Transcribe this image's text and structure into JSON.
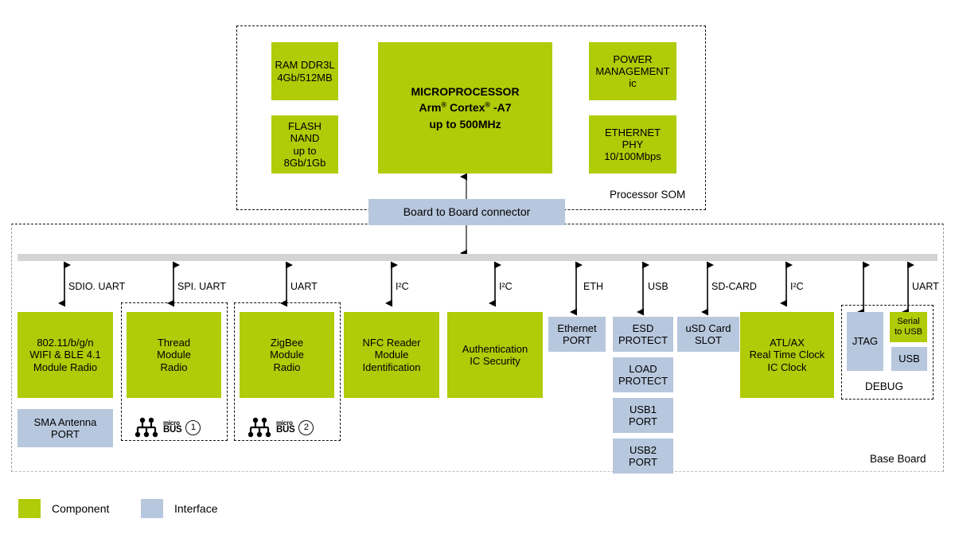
{
  "diagram": {
    "title_groups": {
      "som": "Processor SOM",
      "base": "Base Board",
      "debug": "DEBUG"
    },
    "colors": {
      "component": "#b0cb07",
      "interface": "#b7c7dd",
      "bus": "#d4d4d4",
      "arrow": "#000000"
    }
  },
  "som": {
    "label": "Processor SOM",
    "blocks": [
      {
        "id": "ram",
        "lines": [
          "RAM DDR3L",
          "4Gb/512MB"
        ],
        "kind": "component"
      },
      {
        "id": "flash",
        "lines": [
          "FLASH NAND",
          "up to 8Gb/1Gb"
        ],
        "kind": "component"
      },
      {
        "id": "mpu",
        "lines": [
          "MICROPROCESSOR",
          "Arm® Cortex® -A7",
          "up to 500MHz"
        ],
        "kind": "component"
      },
      {
        "id": "pmic",
        "lines": [
          "POWER",
          "MANAGEMENT",
          "ic"
        ],
        "kind": "component"
      },
      {
        "id": "phy",
        "lines": [
          "ETHERNET",
          "PHY",
          "10/100Mbps"
        ],
        "kind": "component"
      }
    ]
  },
  "connector": {
    "label": "Board to Board connector",
    "kind": "interface"
  },
  "base": {
    "label": "Base Board",
    "bus_labels": [
      "SDIO. UART",
      "SPI. UART",
      "UART",
      "I²C",
      "I²C",
      "ETH",
      "USB",
      "SD-CARD",
      "I²C",
      "UART"
    ],
    "blocks": [
      {
        "id": "wifi",
        "lines": [
          "802.11/b/g/n",
          "WIFI & BLE 4.1",
          "Module Radio"
        ],
        "kind": "component"
      },
      {
        "id": "sma",
        "lines": [
          "SMA Antenna",
          "PORT"
        ],
        "kind": "interface"
      },
      {
        "id": "thread",
        "lines": [
          "Thread",
          "Module",
          "Radio"
        ],
        "kind": "component"
      },
      {
        "id": "zigbee",
        "lines": [
          "ZigBee",
          "Module",
          "Radio"
        ],
        "kind": "component"
      },
      {
        "id": "nfc",
        "lines": [
          "NFC Reader",
          "Module",
          "Identification"
        ],
        "kind": "component"
      },
      {
        "id": "auth",
        "lines": [
          "Authentication",
          "IC Security"
        ],
        "kind": "component"
      },
      {
        "id": "ethport",
        "lines": [
          "Ethernet",
          "PORT"
        ],
        "kind": "interface"
      },
      {
        "id": "esd",
        "lines": [
          "ESD",
          "PROTECT"
        ],
        "kind": "interface"
      },
      {
        "id": "load",
        "lines": [
          "LOAD",
          "PROTECT"
        ],
        "kind": "interface"
      },
      {
        "id": "usb1",
        "lines": [
          "USB1",
          "PORT"
        ],
        "kind": "interface"
      },
      {
        "id": "usb2",
        "lines": [
          "USB2",
          "PORT"
        ],
        "kind": "interface"
      },
      {
        "id": "usd",
        "lines": [
          "uSD Card",
          "SLOT"
        ],
        "kind": "interface"
      },
      {
        "id": "rtc",
        "lines": [
          "ATL/AX",
          "Real Time Clock",
          "IC Clock"
        ],
        "kind": "component"
      },
      {
        "id": "jtag",
        "lines": [
          "JTAG"
        ],
        "kind": "interface"
      },
      {
        "id": "ser2usb",
        "lines": [
          "Serial",
          "to USB"
        ],
        "kind": "component"
      },
      {
        "id": "usb",
        "lines": [
          "USB"
        ],
        "kind": "interface"
      }
    ],
    "mikrobus": [
      {
        "label_small": "micro",
        "label_big": "BUS",
        "number": "1"
      },
      {
        "label_small": "micro",
        "label_big": "BUS",
        "number": "2"
      }
    ],
    "debug_label": "DEBUG"
  },
  "legend": {
    "items": [
      {
        "label": "Component",
        "color": "#b0cb07"
      },
      {
        "label": "Interface",
        "color": "#b7c7dd"
      }
    ]
  },
  "text": {
    "ram_l1": "RAM DDR3L",
    "ram_l2": "4Gb/512MB",
    "flash_l1": "FLASH NAND",
    "flash_l2": "up to 8Gb/1Gb",
    "mpu_l1": "MICROPROCESSOR",
    "mpu_l2a": "Arm",
    "mpu_l2b": "Cortex",
    "mpu_l2c": "-A7",
    "mpu_l3": "up to 500MHz",
    "pmic_l1": "POWER",
    "pmic_l2": "MANAGEMENT",
    "pmic_l3": "ic",
    "phy_l1": "ETHERNET",
    "phy_l2": "PHY",
    "phy_l3": "10/100Mbps",
    "conn": "Board to Board connector",
    "som_label": "Processor SOM",
    "base_label": "Base Board",
    "debug_label": "DEBUG",
    "wifi_l1": "802.11/b/g/n",
    "wifi_l2": "WIFI & BLE 4.1",
    "wifi_l3": "Module Radio",
    "sma_l1": "SMA Antenna",
    "sma_l2": "PORT",
    "thread_l1": "Thread",
    "thread_l2": "Module",
    "thread_l3": "Radio",
    "zigbee_l1": "ZigBee",
    "zigbee_l2": "Module",
    "zigbee_l3": "Radio",
    "nfc_l1": "NFC Reader",
    "nfc_l2": "Module",
    "nfc_l3": "Identification",
    "auth_l1": "Authentication",
    "auth_l2": "IC Security",
    "ethport_l1": "Ethernet",
    "ethport_l2": "PORT",
    "esd_l1": "ESD",
    "esd_l2": "PROTECT",
    "load_l1": "LOAD",
    "load_l2": "PROTECT",
    "usb1_l1": "USB1",
    "usb1_l2": "PORT",
    "usb2_l1": "USB2",
    "usb2_l2": "PORT",
    "usd_l1": "uSD Card",
    "usd_l2": "SLOT",
    "rtc_l1": "ATL/AX",
    "rtc_l2": "Real Time Clock",
    "rtc_l3": "IC Clock",
    "jtag": "JTAG",
    "s2u_l1": "Serial",
    "s2u_l2": "to USB",
    "usb": "USB",
    "bus1": "SDIO. UART",
    "bus2": "SPI. UART",
    "bus3": "UART",
    "bus4": "I²C",
    "bus5": "I²C",
    "bus6": "ETH",
    "bus7": "USB",
    "bus8": "SD-CARD",
    "bus9": "I²C",
    "bus10": "UART",
    "mb1_small": "micro",
    "mb1_big": "BUS",
    "mb1_num": "1",
    "mb2_small": "micro",
    "mb2_big": "BUS",
    "mb2_num": "2",
    "legend1": "Component",
    "legend2": "Interface"
  }
}
